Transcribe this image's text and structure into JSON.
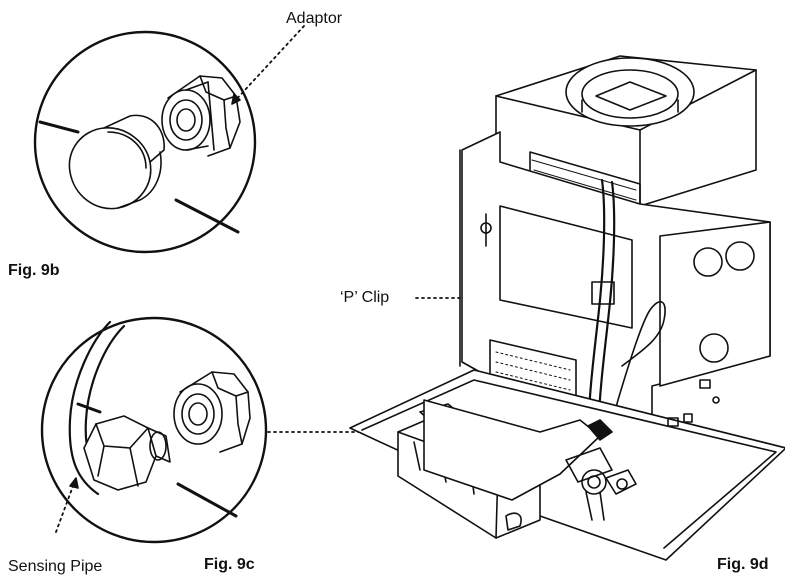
{
  "labels": {
    "adaptor": "Adaptor",
    "p_clip": "‘P’ Clip",
    "sensing_pipe": "Sensing Pipe"
  },
  "figures": {
    "fig_9b": "Fig. 9b",
    "fig_9c": "Fig. 9c",
    "fig_9d": "Fig. 9d"
  }
}
